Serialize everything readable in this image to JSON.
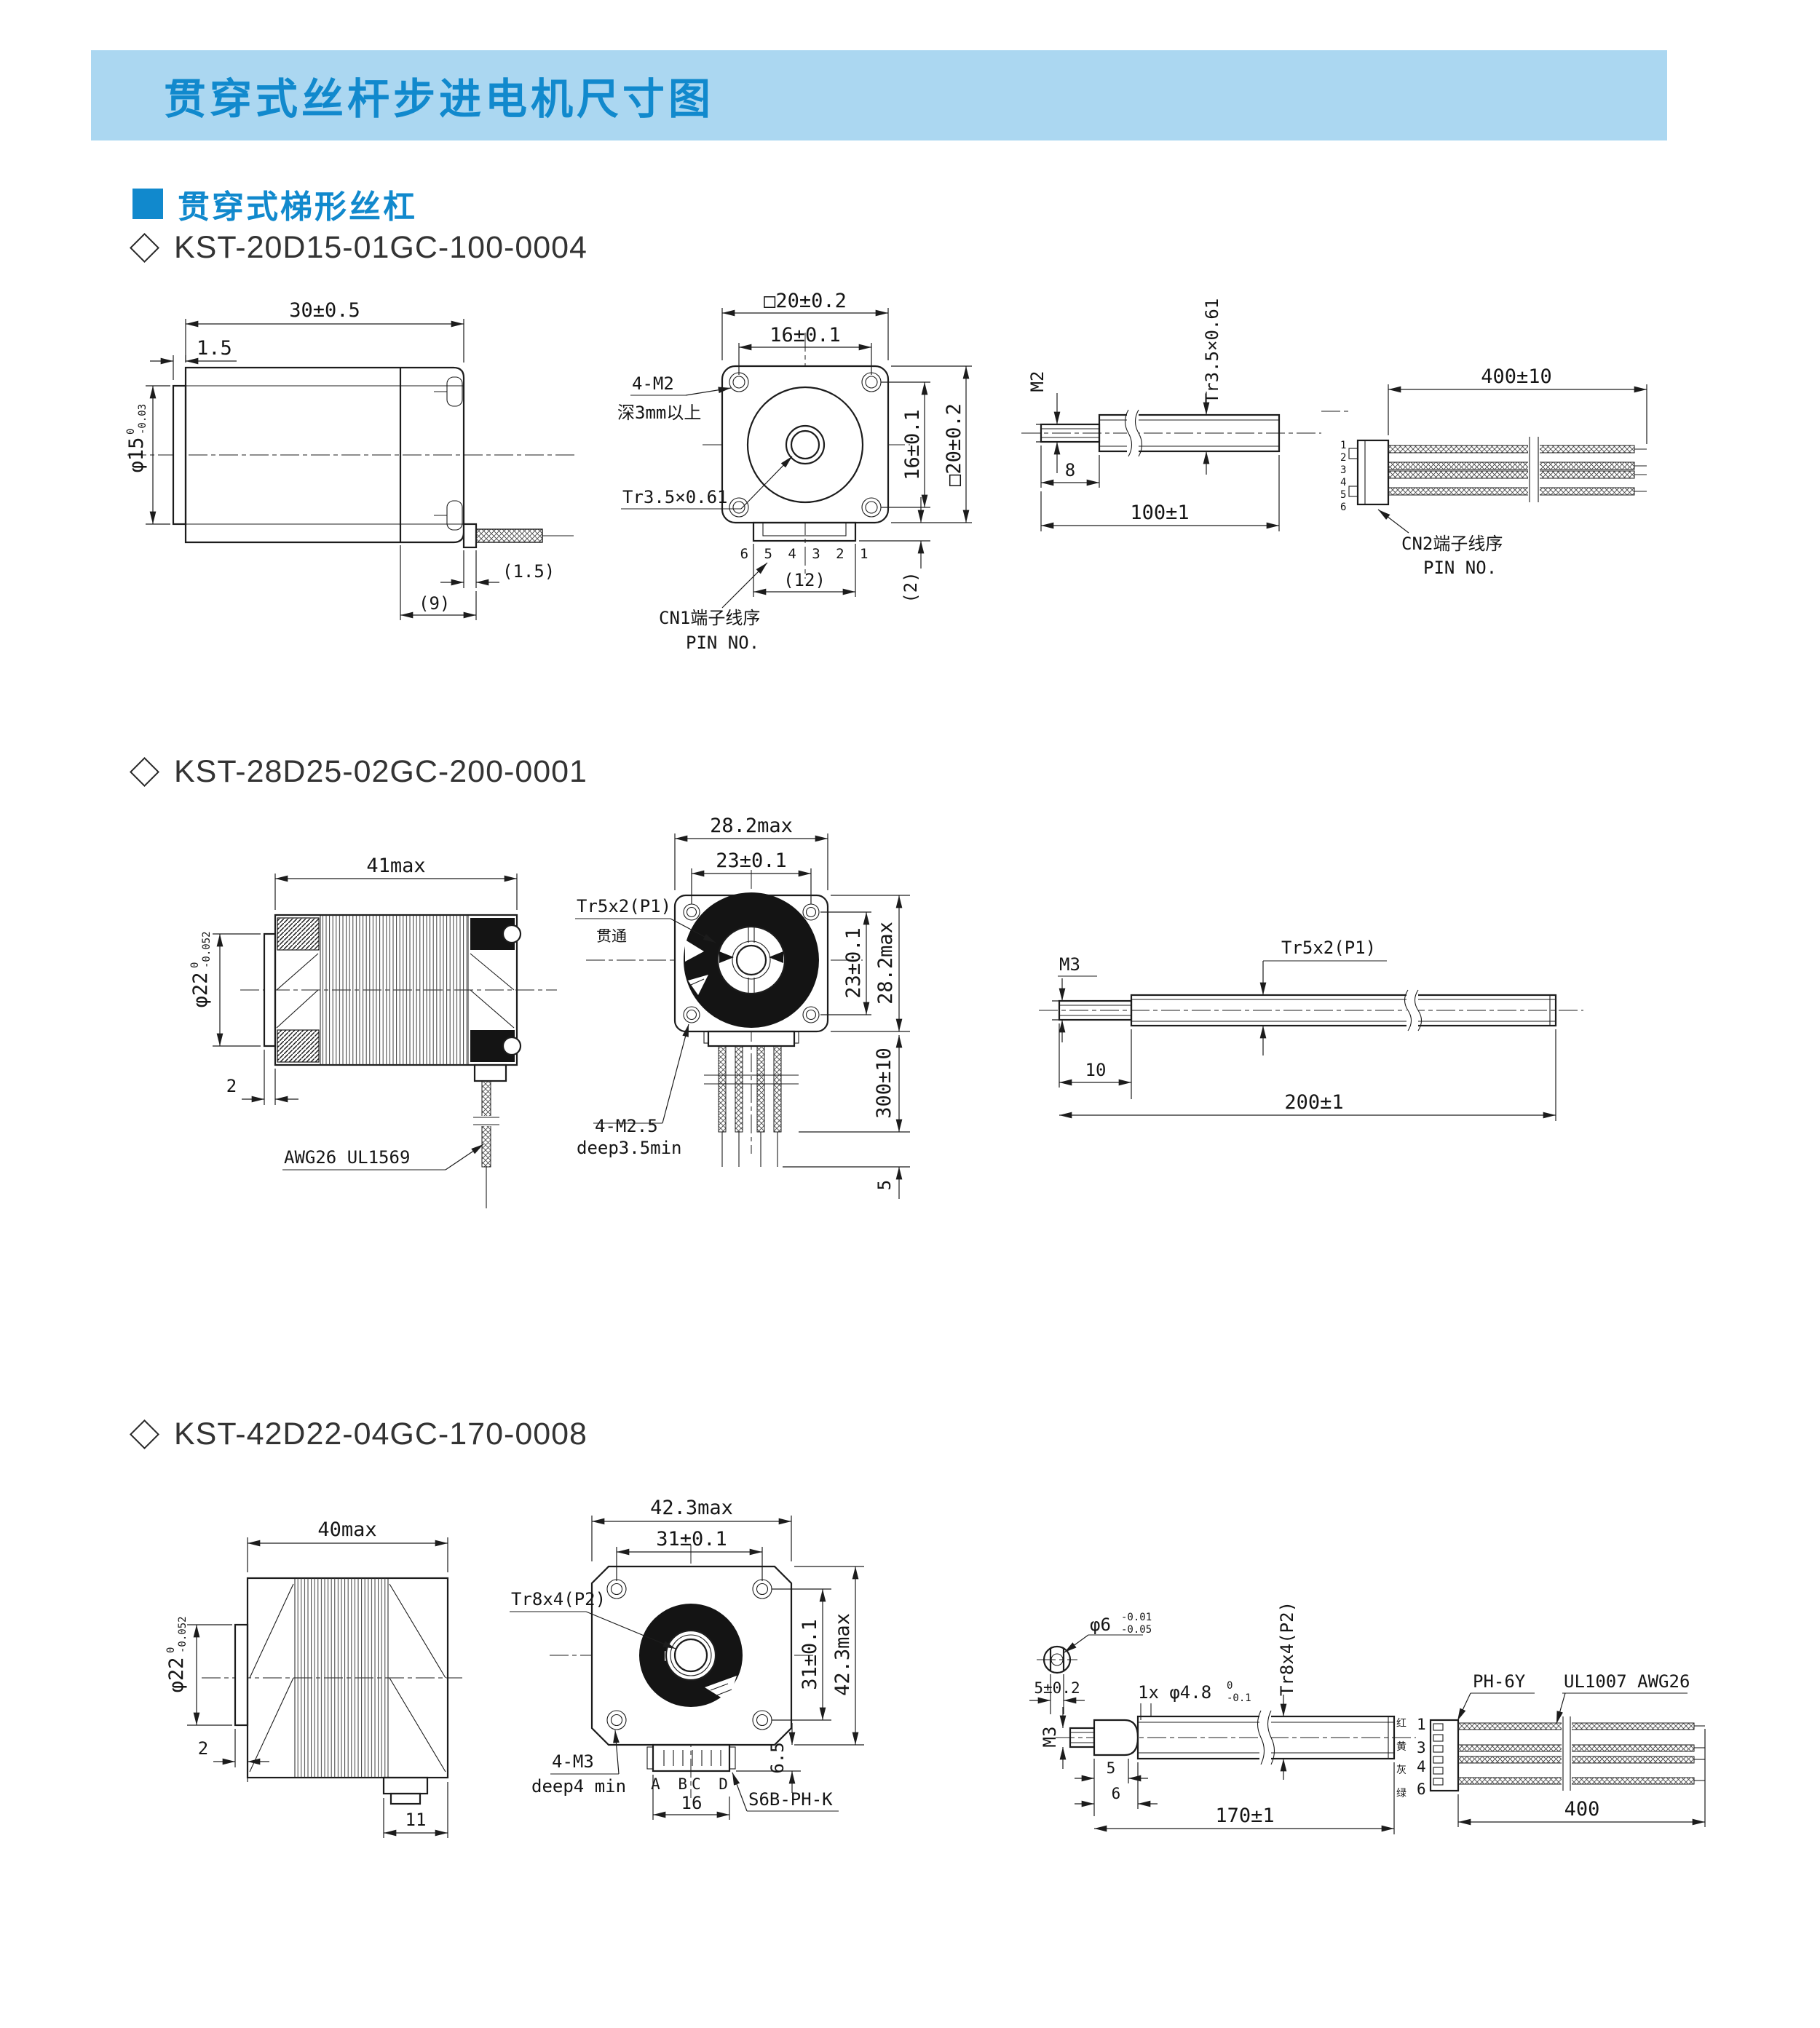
{
  "page": {
    "title": "贯穿式丝杆步进电机尺寸图",
    "section_title": "贯穿式梯形丝杠"
  },
  "models": [
    {
      "part_number": "KST-20D15-01GC-100-0004",
      "side": {
        "length": "30±0.5",
        "plate": "1.5",
        "dia": "φ15",
        "dia_tol_up": "0",
        "dia_tol_dn": "-0.03",
        "tip_len": "(1.5)",
        "rear_len": "(9)"
      },
      "front": {
        "width": "□20±0.2",
        "hole_span": "16±0.1",
        "screw_note1": "4-M2",
        "screw_note2": "深3mm以上",
        "leadscrew": "Tr3.5×0.61",
        "hole_span_v": "16±0.1",
        "height": "□20±0.2",
        "pin_numbers": "6 5 4 3 2 1",
        "conn_width": "(12)",
        "conn_depth": "(2)",
        "conn_label1": "CN1端子线序",
        "conn_label2": "PIN NO."
      },
      "screw": {
        "tip_thread": "M2",
        "thread_spec": "Tr3.5×0.61",
        "tip_len": "8",
        "total_len": "100±1"
      },
      "cable": {
        "length": "400±10",
        "pins": [
          "1",
          "2",
          "3",
          "4",
          "5",
          "6"
        ],
        "label1": "CN2端子线序",
        "label2": "PIN NO."
      }
    },
    {
      "part_number": "KST-28D25-02GC-200-0001",
      "side": {
        "length": "41max",
        "dia": "φ22",
        "dia_tol_up": "0",
        "dia_tol_dn": "-0.052",
        "plate": "2",
        "wire_note": "AWG26 UL1569"
      },
      "front": {
        "width": "28.2max",
        "hole_span": "23±0.1",
        "leadscrew": "Tr5x2(P1)",
        "through": "贯通",
        "screw_note1": "4-M2.5",
        "screw_note2": "deep3.5min",
        "hole_span_v": "23±0.1",
        "height": "28.2max",
        "wire_len": "300±10",
        "strip_len": "5"
      },
      "screw": {
        "tip_thread": "M3",
        "thread_spec": "Tr5x2(P1)",
        "tip_len": "10",
        "total_len": "200±1"
      }
    },
    {
      "part_number": "KST-42D22-04GC-170-0008",
      "side": {
        "length": "40max",
        "dia": "φ22",
        "dia_tol_up": "0",
        "dia_tol_dn": "-0.052",
        "plate": "2",
        "conn_len": "11"
      },
      "front": {
        "width": "42.3max",
        "hole_span": "31±0.1",
        "leadscrew": "Tr8x4(P2)",
        "screw_note1": "4-M3",
        "screw_note2": "deep4 min",
        "hole_span_v": "31±0.1",
        "height": "42.3max",
        "pin_letters": "A BC D",
        "conn_width": "16",
        "conn_height": "6.5",
        "conn_type": "S6B-PH-K"
      },
      "screw": {
        "flat_dia": "φ6",
        "flat_tol_up": "-0.01",
        "flat_tol_dn": "-0.05",
        "flat_width": "5±0.2",
        "hole_note": "1x φ4.8",
        "hole_tol_up": "0",
        "hole_tol_dn": "-0.1",
        "tip_thread": "M3",
        "thread_spec": "Tr8x4(P2)",
        "dim5": "5",
        "dim6": "6",
        "total_len": "170±1"
      },
      "cable": {
        "conn_type": "PH-6Y",
        "wire_spec": "UL1007 AWG26",
        "pins": [
          "1",
          "3",
          "4",
          "6"
        ],
        "wire_colors": [
          "红",
          "黄",
          "灰",
          "绿"
        ],
        "length": "400"
      }
    }
  ]
}
